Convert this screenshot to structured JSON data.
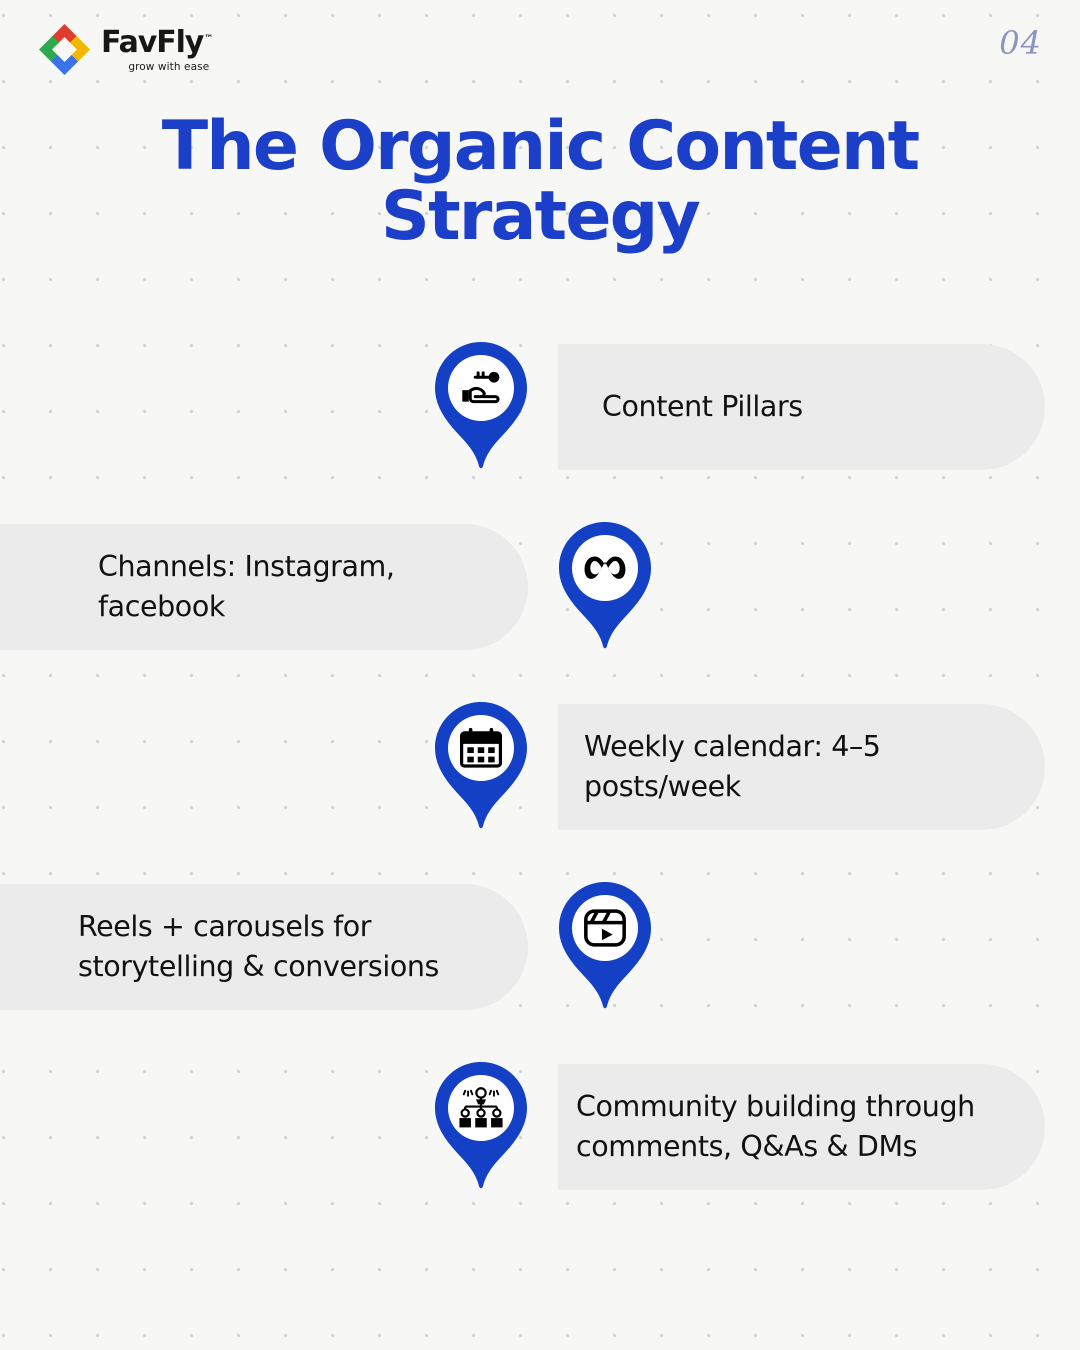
{
  "brand": {
    "name": "FavFly",
    "tm": "™",
    "tagline": "grow with ease",
    "logo_icon": "favfly-diamond-logo",
    "colors": {
      "red": "#e03b2f",
      "green": "#2fa84f",
      "yellow": "#f2b700",
      "blue": "#3a73e8"
    }
  },
  "page_number": "04",
  "title": "The Organic Content Strategy",
  "theme": {
    "background": "#f7f7f6",
    "dot": "#d3d3d3",
    "accent_blue": "#1b3fc9",
    "pin_blue": "#1340c4",
    "pill_gray": "#ebebeb",
    "text_dark": "#111111",
    "page_number_color": "#8b94c2"
  },
  "rows": [
    {
      "id": "content-pillars",
      "icon": "hand-holding-key-icon",
      "layout": "pin-left",
      "text": "Content Pillars"
    },
    {
      "id": "channels",
      "icon": "meta-logo-icon",
      "layout": "pin-right",
      "text": "Channels: Instagram, facebook"
    },
    {
      "id": "weekly-calendar",
      "icon": "calendar-icon",
      "layout": "pin-left",
      "text": "Weekly calendar: 4–5 posts/week"
    },
    {
      "id": "reels-carousels",
      "icon": "reels-play-icon",
      "layout": "pin-right",
      "text": "Reels + carousels for storytelling & conversions"
    },
    {
      "id": "community-building",
      "icon": "community-network-icon",
      "layout": "pin-left",
      "text": "Community building through comments, Q&As & DMs"
    }
  ]
}
